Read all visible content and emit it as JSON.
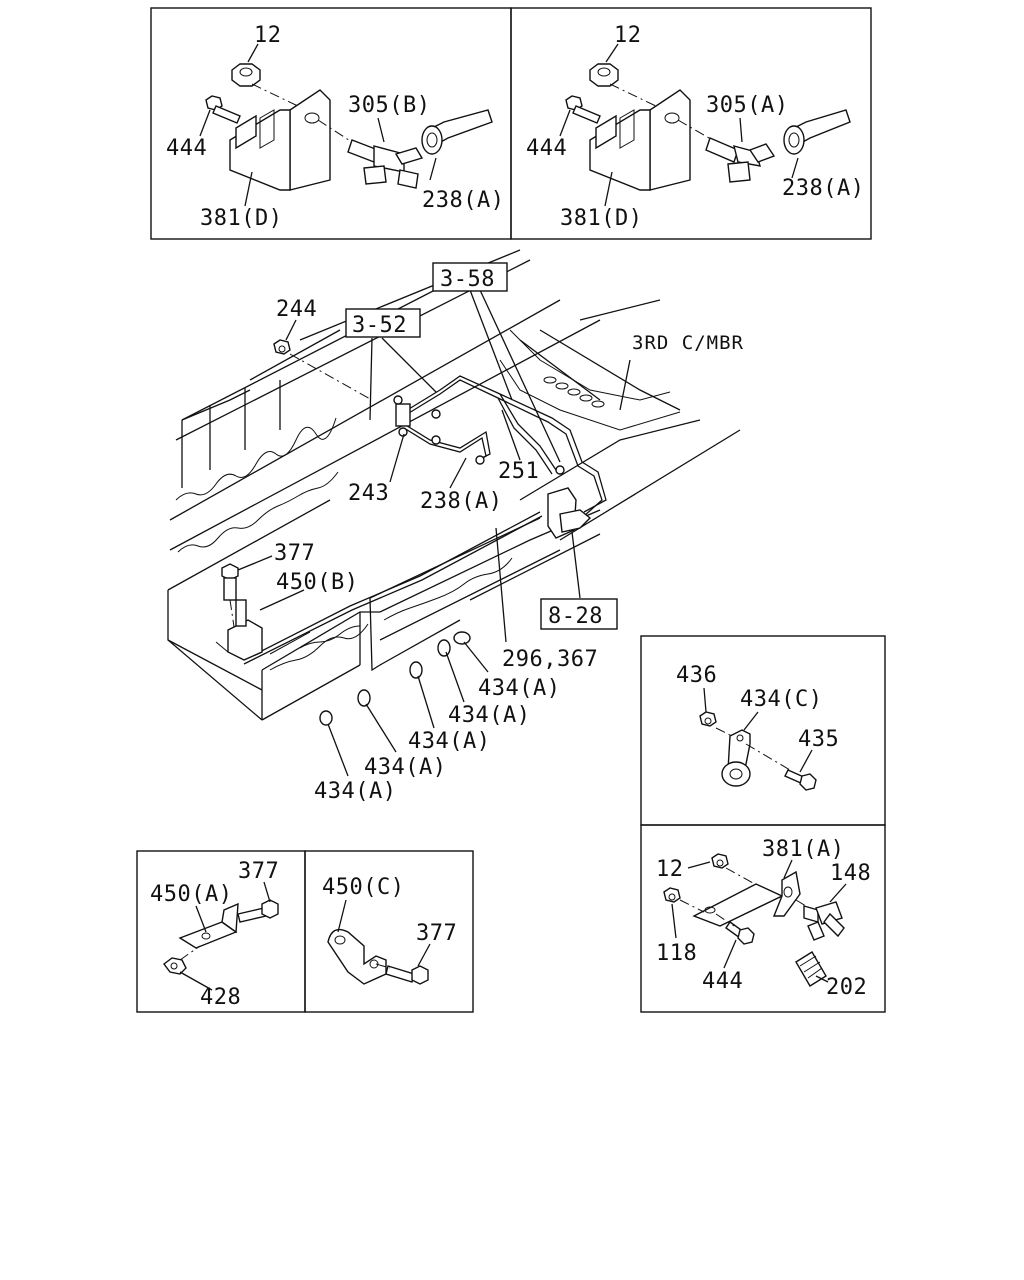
{
  "panels": {
    "top_left": {
      "labels": [
        "12",
        "444",
        "305(B)",
        "238(A)",
        "381(D)"
      ]
    },
    "top_right": {
      "labels": [
        "12",
        "444",
        "305(A)",
        "238(A)",
        "381(D)"
      ]
    },
    "main": {
      "refs": [
        "3-58",
        "3-52",
        "8-28"
      ],
      "note": "3RD C/MBR",
      "labels": [
        "244",
        "251",
        "243",
        "238(A)",
        "377",
        "450(B)",
        "296,367",
        "434(A)",
        "434(A)",
        "434(A)",
        "434(A)",
        "434(A)"
      ]
    },
    "clip_detail": {
      "labels": [
        "436",
        "434(C)",
        "435"
      ]
    },
    "bracket_detail": {
      "labels": [
        "12",
        "381(A)",
        "148",
        "118",
        "444",
        "202"
      ]
    },
    "bottom_left_a": {
      "labels": [
        "450(A)",
        "377",
        "428"
      ]
    },
    "bottom_left_c": {
      "labels": [
        "450(C)",
        "377"
      ]
    }
  }
}
